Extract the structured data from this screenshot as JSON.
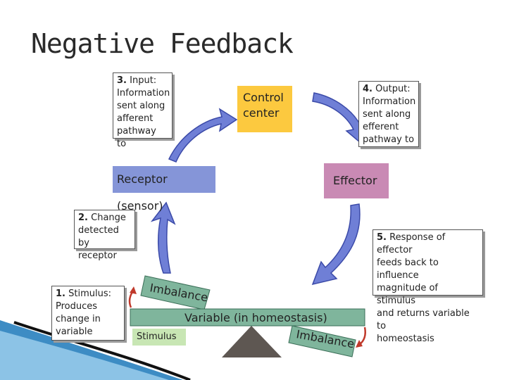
{
  "title": "Negative Feedback",
  "boxes": {
    "control_center": "Control\ncenter",
    "receptor": "Receptor (sensor)",
    "effector": "Effector"
  },
  "notes": {
    "input": {
      "step": "3.",
      "text": "Input:\nInformation\nsent along\nafferent\npathway to"
    },
    "output": {
      "step": "4.",
      "text": "Output:\nInformation\nsent along\nefferent\npathway to"
    },
    "change": {
      "step": "2.",
      "text": "Change\ndetected by\nreceptor"
    },
    "response": {
      "step": "5.",
      "text": "Response of effector\nfeeds back to influence\nmagnitude of stimulus\nand returns variable to\nhomeostasis"
    },
    "stimulus": {
      "step": "1.",
      "text": "Stimulus:\nProduces\nchange in\nvariable"
    }
  },
  "seesaw": {
    "variable": "Variable (in homeostasis)",
    "imbalance_left": "Imbalance",
    "imbalance_right": "Imbalance"
  },
  "stimulus_label": "Stimulus",
  "colors": {
    "control_center": "#fcc93f",
    "receptor": "#8595d8",
    "effector": "#c98ab4",
    "arrow": "#6f7fd6",
    "seesaw": "#7fb59c",
    "fulcrum": "#5e5752",
    "red_arrow": "#c0392b"
  }
}
